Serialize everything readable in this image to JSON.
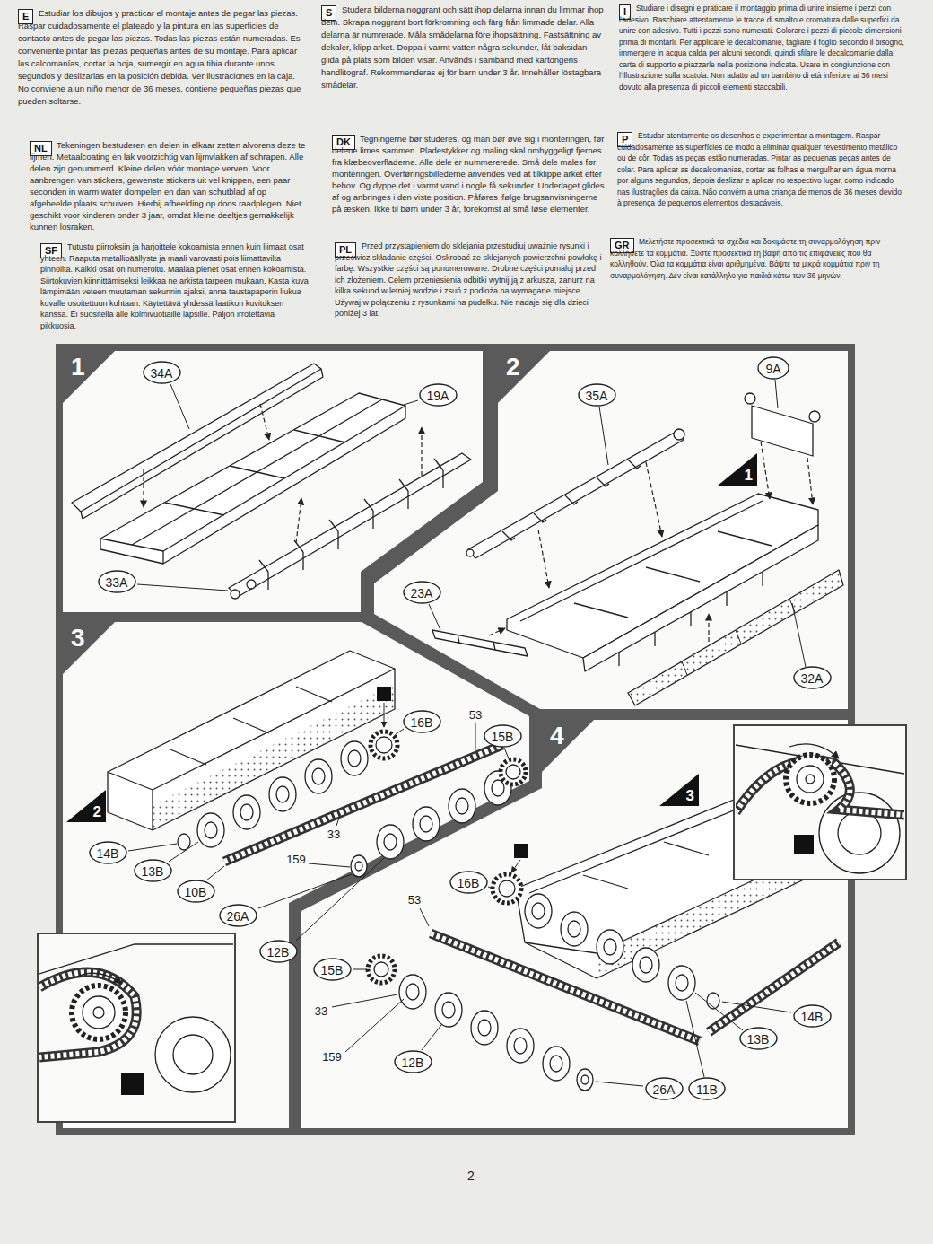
{
  "diagram": {
    "nodes": [
      {
        "text": [
          "E"
        ]
      },
      {
        "text": [
          "S"
        ]
      },
      {
        "text": [
          "I"
        ]
      },
      {
        "text": [
          "NL"
        ]
      },
      {
        "text": [
          "DK"
        ]
      },
      {
        "text": [
          "P"
        ]
      },
      {
        "text": [
          "SF"
        ]
      },
      {
        "text": [
          "PL"
        ]
      },
      {
        "text": [
          "GR"
        ]
      },
      {
        "text": [
          "1"
        ]
      },
      {
        "text": [
          "34A"
        ]
      },
      {
        "text": [
          "19A"
        ]
      },
      {
        "text": [
          "33A"
        ]
      },
      {
        "text": [
          "2"
        ]
      },
      {
        "text": [
          "9A"
        ]
      },
      {
        "text": [
          "35A"
        ]
      },
      {
        "text": [
          "1"
        ]
      },
      {
        "text": [
          "23A"
        ]
      },
      {
        "text": [
          "32A"
        ]
      },
      {
        "text": [
          "3"
        ]
      },
      {
        "text": [
          "16B"
        ]
      },
      {
        "text": [
          "15B"
        ]
      },
      {
        "text": [
          "2"
        ]
      },
      {
        "text": [
          "14B"
        ]
      },
      {
        "text": [
          "13B"
        ]
      },
      {
        "text": [
          "10B"
        ]
      },
      {
        "text": [
          "26A"
        ]
      },
      {
        "text": [
          "12B"
        ]
      },
      {
        "text": [
          "4"
        ]
      },
      {
        "text": [
          "3"
        ]
      },
      {
        "text": [
          "16B"
        ]
      },
      {
        "text": [
          "15B"
        ]
      },
      {
        "text": [
          "14B"
        ]
      },
      {
        "text": [
          "13B"
        ]
      },
      {
        "text": [
          "12B"
        ]
      },
      {
        "text": [
          "11B"
        ]
      },
      {
        "text": [
          "26A"
        ]
      }
    ],
    "labels": [
      "Estudiar los dibujos y practicar el montaje antes de pegar las piezas. Raspar cuidadosamente el plateado y la pintura en las superficies de contacto antes de pegar las piezas. Todas las piezas están numeradas. Es conveniente pintar las piezas pequeñas antes de su montaje. Para aplicar las calcomanías, cortar la hoja, sumergir en agua tibia durante unos segundos y deslizarlas en la posición debida. Ver ilustraciones en la caja. No conviene a un niño menor de 36 meses, contiene pequeñas piezas que pueden soltarse.",
      "Studera bilderna noggrant och sätt ihop delarna innan du limmar ihop dem. Skrapa noggrant bort förkromning och färg från limmade delar. Alla delarna är numrerade. Måla smådelarna före ihopsättning. Fastsättning av dekaler, klipp arket. Doppa i varmt vatten några sekunder, låt baksidan glida på plats som bilden visar. Används i samband med kartongens handlitograf. Rekommenderas ej för barn under 3 år. Innehåller löstagbara smådelar.",
      "Studiare i disegni e praticare il montaggio prima di unire insieme i pezzi con l'adesivo. Raschiare attentamente le tracce di smalto e cromatura dalle superfici da unire con adesivo. Tutti i pezzi sono numerati. Colorare i pezzi di piccole dimensioni prima di montarli. Per applicare le decalcomanie, tagliare il foglio secondo il bisogno, immergere in acqua calda per alcuni secondi, quindi sfilare le decalcomanie dalla carta di supporto e piazzarle nella posizione indicata. Usare in congiunzione con l'illustrazione sulla scatola. Non adatto ad un bambino di età inferiore ai 36 mesi dovuto alla presenza di piccoli elementi staccabili.",
      "Tekeningen bestuderen en delen in elkaar zetten alvorens deze te lijmen. Metaalcoating en lak voorzichtig van lijmvlakken af schrapen. Alle delen zijn genummerd. Kleine delen vóór montage verven. Voor aanbrengen van stickers, gewenste stickers uit vel knippen, een paar seconden in warm water dompelen en dan van schutblad af op afgebeelde plaats schuiven. Hierbij afbeelding op doos raadplegen. Niet geschikt voor kinderen onder 3 jaar, omdat kleine deeltjes gemakkelijk kunnen losraken.",
      "Tegningerne bør studeres, og man bør øve sig i monteringen, før delene limes sammen. Pladestykker og maling skal omhyggeligt fjernes fra klæbeoverfladerne. Alle dele er nummererede. Små dele males før monteringen. Overføringsbillederne anvendes ved at tilklippe arket efter behov. Og dyppe det i varmt vand i nogle få sekunder. Underlaget glides af og anbringes i den viste position. Påføres ifølge brugsanvisningerne på æsken. Ikke til børn under 3 år, forekomst af små løse elementer.",
      "Estudar atentamente os desenhos e experimentar a montagem. Raspar cuidadosamente as superfícies de modo a eliminar qualquer revestimento metálico ou de côr. Todas as peças estão numeradas. Pintar as pequenas peças antes de colar. Para aplicar as decalcomanias, cortar as folhas e mergulhar em água morna por alguns segundos, depois deslizar e aplicar no respectivo lugar, como indicado nas ilustrações da caixa. Não convém a uma criança de menos de 36 meses devido à presença de pequenos elementos destacáveis.",
      "Tutustu piirroksiin ja harjoittele kokoamista ennen kuin liimaat osat yhteen. Raaputa metallipäällyste ja maali varovasti pois liimattavilta pinnoilta. Kaikki osat on numeroitu. Maalaa pienet osat ennen kokoamista. Siirtokuvien kiinnittämiseksi leikkaa ne arkista tarpeen mukaan. Kasta kuva lämpimään veteen muutaman sekunnin ajaksi, anna taustapaperin liukua kuvalle osoitettuun kohtaan. Käytettävä yhdessä laatikon kuvituksen kanssa. Ei suositella alle kolmivuotiaille lapsille. Paljon irrotettavia pikkuosia.",
      "Przed przystąpieniem do sklejania przestudiuj uważnie rysunki i przećwicz składanie części. Oskrobać ze sklejanych powierzchni powłokę i farbę. Wszystkie części są ponumerowane. Drobne części pomaluj przed ich złożeniem. Celem przeniesienia odbitki wytnij ją z arkusza, zanurz na kilka sekund w letniej wodzie i zsuń z podłoża na wymagane miejsce. Używaj w połączeniu z rysunkami na pudełku. Nie nadaje się dla dzieci poniżej 3 lat.",
      "Μελετήστε προσεκτικά τα σχέδια και δοκιμάστε τη συναρμολόγηση πριν κολλήσετε τα κομμάτια. Ξύστε προσεκτικά τη βαφή από τις επιφάνειες που θα κολληθούν. Όλα τα κομμάτια είναι αριθμημένα. Βάψτε τα μικρά κομμάτια πριν τη συναρμολόγηση. Δεν είναι κατάλληλο για παιδιά κάτω των 36 μηνών.",
      "53",
      "33",
      "159",
      "53",
      "33",
      "159",
      "2"
    ]
  }
}
